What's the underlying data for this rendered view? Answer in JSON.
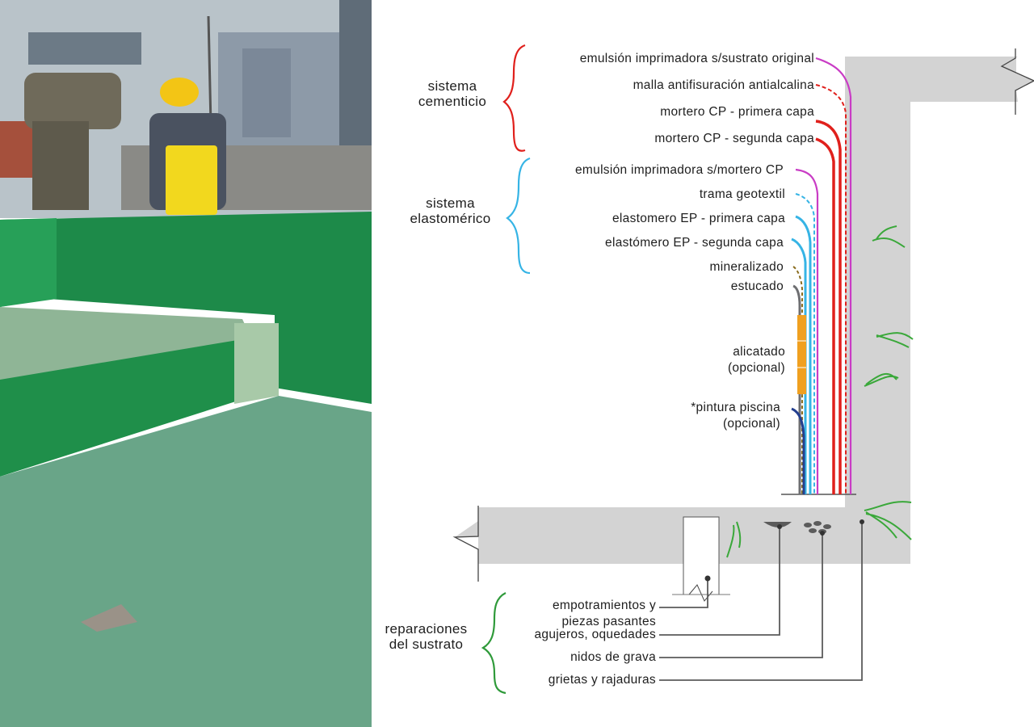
{
  "colors": {
    "cementicio": "#e0201c",
    "elastomerico": "#36b4e5",
    "primer": "#c93cc5",
    "mineralizado": "#8a6d1f",
    "estucado": "#6d6e71",
    "alicatado": "#f0a020",
    "pintura": "#233f8f",
    "reparaciones": "#2f9a3a",
    "concrete": "#d3d3d3",
    "crack": "#3aa83a"
  },
  "photo": {
    "description_icon": "construction-photo"
  },
  "groups": {
    "cementicio": [
      "sistema",
      "cementicio"
    ],
    "elastomerico": [
      "sistema",
      "elastomérico"
    ],
    "reparaciones": [
      "reparaciones",
      "del sustrato"
    ]
  },
  "layers": {
    "emulsion_original": "emulsión imprimadora s/sustrato original",
    "malla": "malla antifisuración antialcalina",
    "mortero1": "mortero CP - primera capa",
    "mortero2": "mortero CP - segunda capa",
    "emulsion_mortero": "emulsión imprimadora s/mortero CP",
    "trama": "trama geotextil",
    "elastomero1": "elastomero EP - primera capa",
    "elastomero2": "elastómero EP - segunda capa",
    "mineralizado": "mineralizado",
    "estucado": "estucado",
    "alicatado": [
      "alicatado",
      "(opcional)"
    ],
    "pintura": [
      "*pintura piscina",
      "(opcional)"
    ]
  },
  "repairs": {
    "empotramientos": [
      "empotramientos y",
      "piezas pasantes"
    ],
    "agujeros": "agujeros, oquedades",
    "nidos": "nidos de grava",
    "grietas": "grietas y rajaduras"
  }
}
